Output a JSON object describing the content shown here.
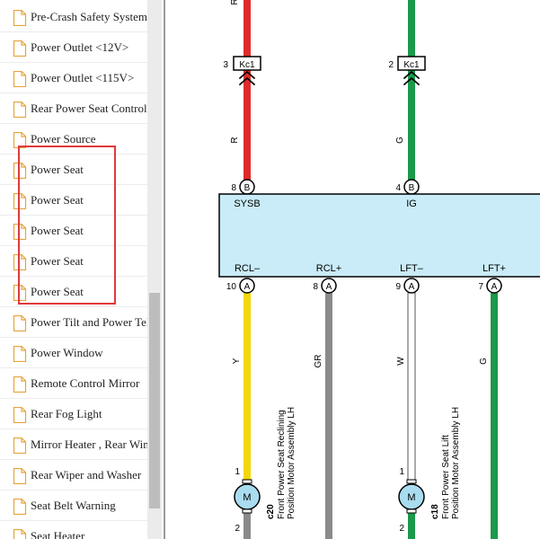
{
  "sidebar": {
    "items": [
      {
        "label": "Pre-Crash Safety System"
      },
      {
        "label": "Power Outlet <12V>"
      },
      {
        "label": "Power Outlet <115V>"
      },
      {
        "label": "Rear Power Seat Control"
      },
      {
        "label": "Power Source"
      },
      {
        "label": "Power Seat"
      },
      {
        "label": "Power Seat"
      },
      {
        "label": "Power Seat"
      },
      {
        "label": "Power Seat"
      },
      {
        "label": "Power Seat"
      },
      {
        "label": "Power Tilt and Power Telescopic"
      },
      {
        "label": "Power Window"
      },
      {
        "label": "Remote Control Mirror"
      },
      {
        "label": "Rear Fog Light"
      },
      {
        "label": "Mirror Heater , Rear Window Defogger"
      },
      {
        "label": "Rear Wiper and Washer"
      },
      {
        "label": "Seat Belt Warning"
      },
      {
        "label": "Seat Heater"
      }
    ]
  },
  "colors": {
    "highlight": "#e0393b",
    "wire_red": "#e02a2a",
    "wire_green": "#1a9a4a",
    "wire_yellow": "#f2d70a",
    "wire_gray": "#8a8a8a",
    "ecu_fill": "#c9ecf8",
    "motor_fill": "#a9dcef"
  },
  "diagram": {
    "top_wires": [
      {
        "code": "R",
        "connector": "Kc1",
        "pin_kc": "3",
        "pin_ecu": "8",
        "conn_letter": "B",
        "terminal": "SYSB",
        "color": "red"
      },
      {
        "code": "G",
        "connector": "Kc1",
        "pin_kc": "2",
        "pin_ecu": "4",
        "conn_letter": "B",
        "terminal": "IG",
        "color": "green"
      }
    ],
    "bottom_wires": [
      {
        "terminal": "RCL–",
        "pin": "10",
        "conn_letter": "A",
        "code": "Y",
        "color": "yellow"
      },
      {
        "terminal": "RCL+",
        "pin": "8",
        "conn_letter": "A",
        "code": "GR",
        "color": "gray"
      },
      {
        "terminal": "LFT–",
        "pin": "9",
        "conn_letter": "A",
        "code": "W",
        "color": "white"
      },
      {
        "terminal": "LFT+",
        "pin": "7",
        "conn_letter": "A",
        "code": "G",
        "color": "green"
      }
    ],
    "motors": [
      {
        "symbol": "M",
        "pin_top": "1",
        "pin_bottom": "2",
        "code": "c20",
        "name_line1": "Front Power Seat Reclining",
        "name_line2": "Position Motor Assembly LH"
      },
      {
        "symbol": "M",
        "pin_top": "1",
        "pin_bottom": "2",
        "code": "c18",
        "name_line1": "Front Power Seat Lift",
        "name_line2": "Position Motor Assembly LH"
      }
    ]
  }
}
